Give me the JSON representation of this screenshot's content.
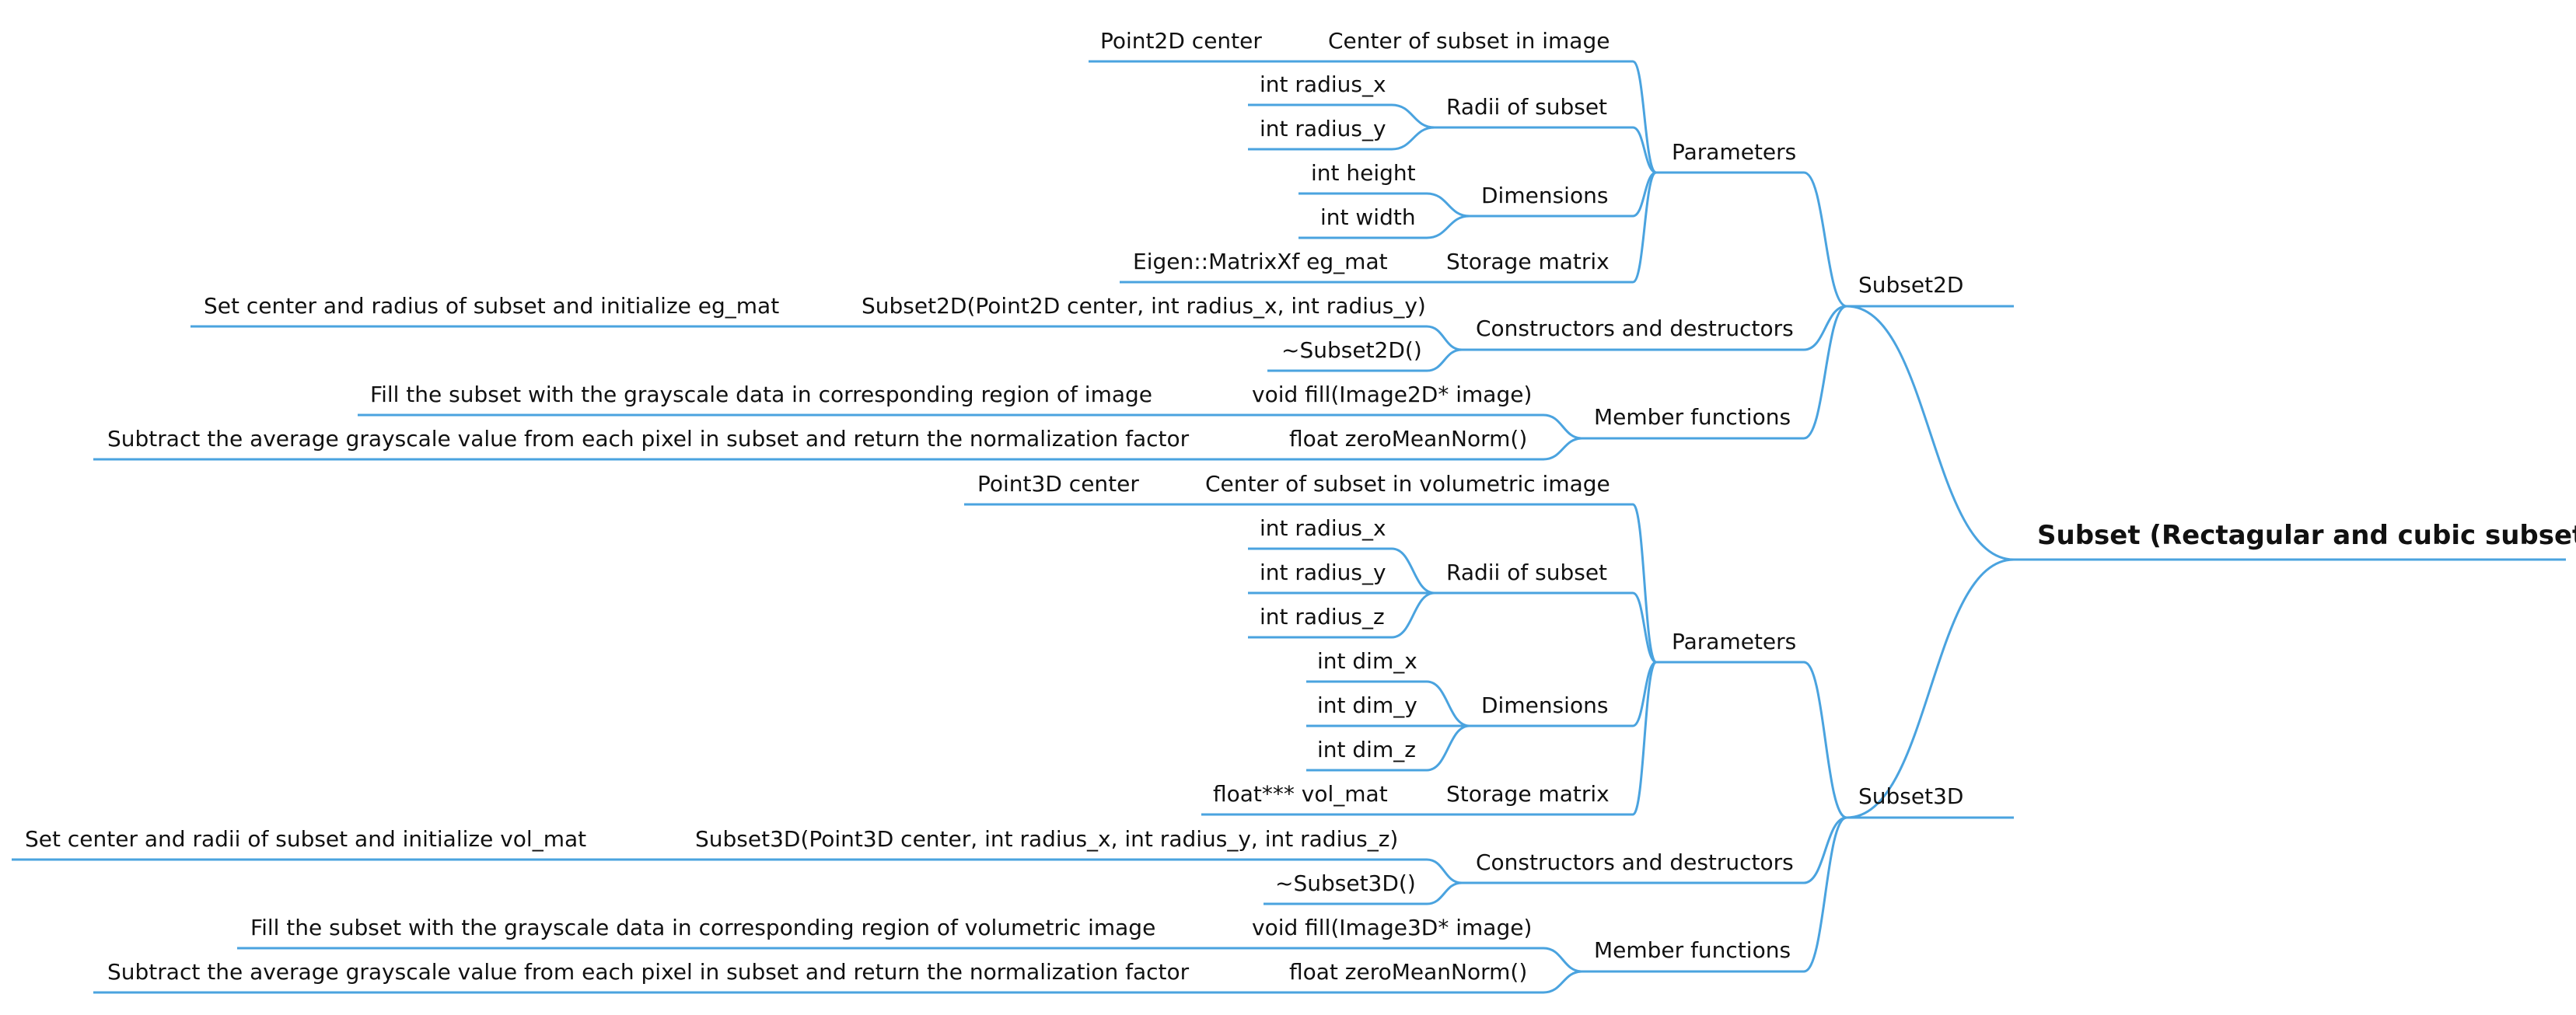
{
  "colors": {
    "line": "#4aa3df",
    "text": "#111111",
    "background": "#ffffff"
  },
  "root": {
    "label": "Subset (Rectagular and cubic subsets)"
  },
  "subset2d": {
    "label": "Subset2D",
    "parameters": {
      "label": "Parameters",
      "center": {
        "desc": "Center of subset in image",
        "decl": "Point2D center"
      },
      "radii": {
        "label": "Radii of subset",
        "items": [
          "int radius_x",
          "int radius_y"
        ]
      },
      "dimensions": {
        "label": "Dimensions",
        "items": [
          "int height",
          "int width"
        ]
      },
      "storage": {
        "label": "Storage matrix",
        "decl": "Eigen::MatrixXf eg_mat"
      }
    },
    "constructors": {
      "label": "Constructors and destructors",
      "ctor": {
        "sig": "Subset2D(Point2D center, int radius_x, int radius_y)",
        "desc": "Set center and radius of subset and initialize eg_mat"
      },
      "dtor": "~Subset2D()"
    },
    "members": {
      "label": "Member functions",
      "fill": {
        "sig": "void fill(Image2D* image)",
        "desc": "Fill the subset with the grayscale data in corresponding region of image"
      },
      "norm": {
        "sig": "float zeroMeanNorm()",
        "desc": "Subtract the average grayscale value from each pixel in subset and return the normalization factor"
      }
    }
  },
  "subset3d": {
    "label": "Subset3D",
    "parameters": {
      "label": "Parameters",
      "center": {
        "desc": "Center of subset in volumetric image",
        "decl": "Point3D center"
      },
      "radii": {
        "label": "Radii of subset",
        "items": [
          "int radius_x",
          "int radius_y",
          "int radius_z"
        ]
      },
      "dimensions": {
        "label": "Dimensions",
        "items": [
          "int dim_x",
          "int dim_y",
          "int dim_z"
        ]
      },
      "storage": {
        "label": "Storage matrix",
        "decl": "float*** vol_mat"
      }
    },
    "constructors": {
      "label": "Constructors and destructors",
      "ctor": {
        "sig": "Subset3D(Point3D center, int radius_x, int radius_y, int radius_z)",
        "desc": "Set center and radii of subset and initialize vol_mat"
      },
      "dtor": "~Subset3D()"
    },
    "members": {
      "label": "Member functions",
      "fill": {
        "sig": "void fill(Image3D* image)",
        "desc": "Fill the subset with the grayscale data in corresponding region of volumetric image"
      },
      "norm": {
        "sig": "float zeroMeanNorm()",
        "desc": "Subtract the average grayscale value from each pixel in subset and return the normalization factor"
      }
    }
  }
}
